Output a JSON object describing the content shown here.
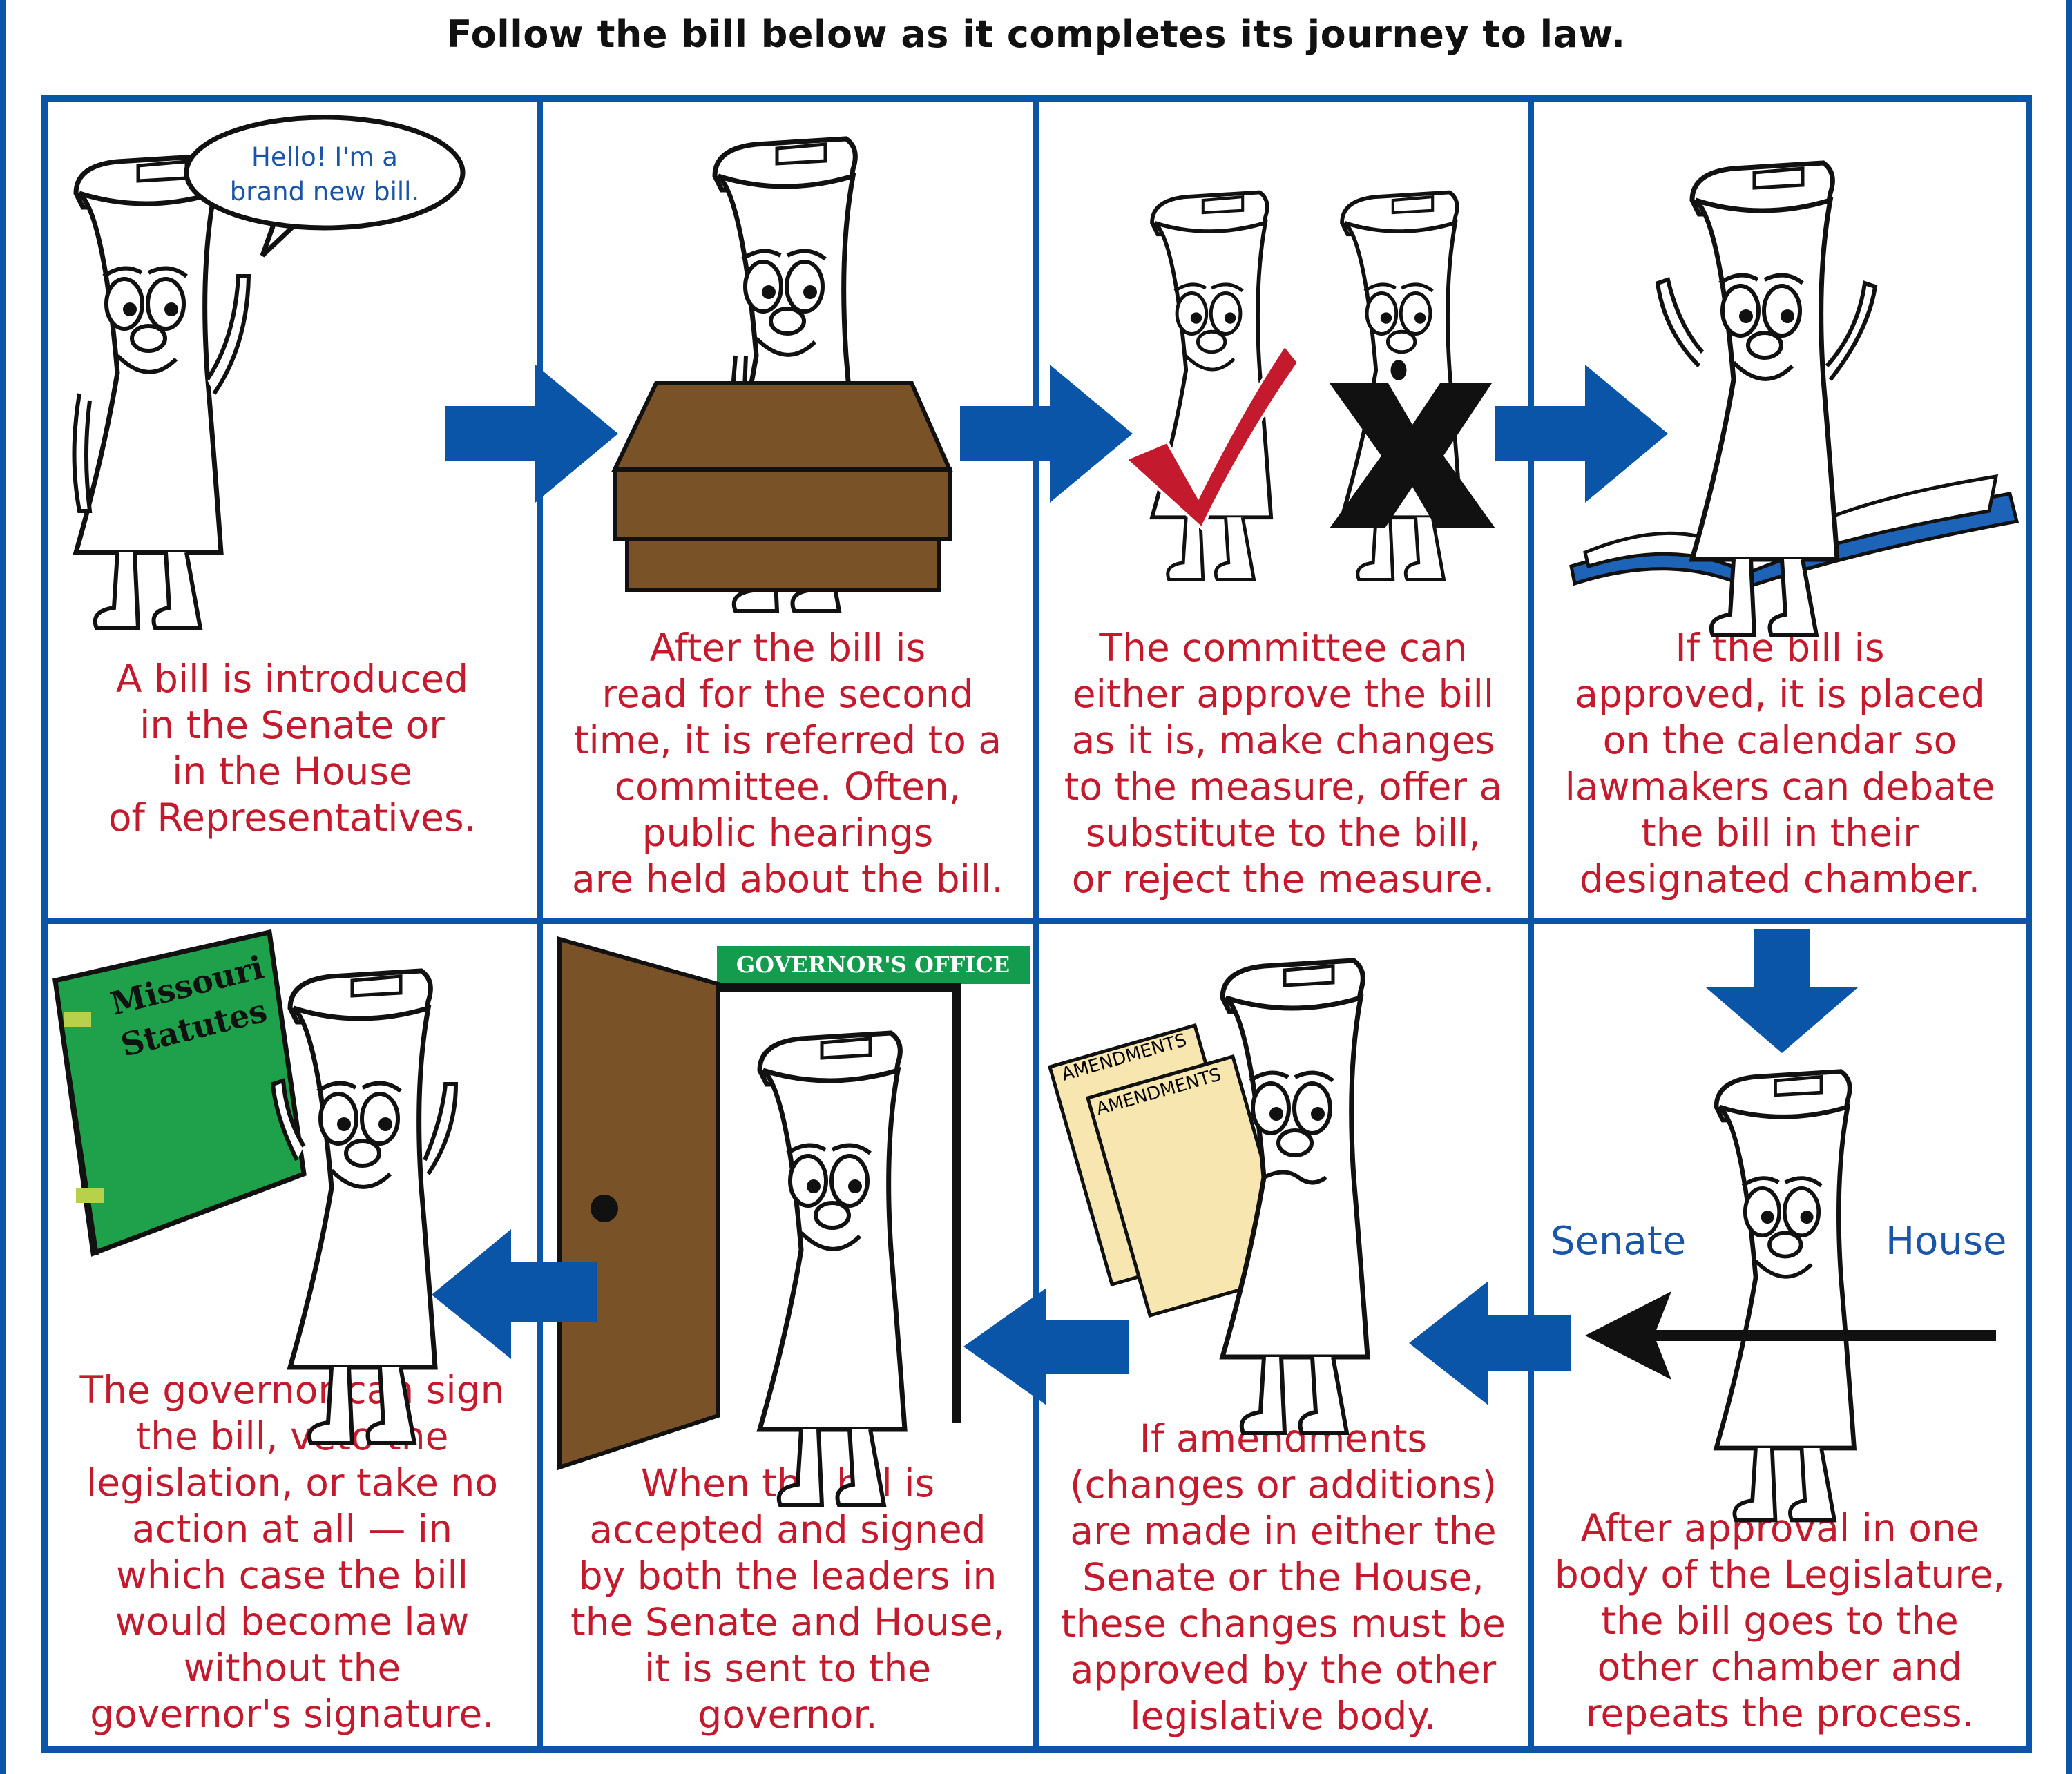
{
  "title": "Follow the bill below as it completes its journey to law.",
  "panels": [
    {
      "step": 1,
      "caption": "A bill is introduced\nin the Senate or\nin the House\nof Representatives."
    },
    {
      "step": 2,
      "caption": "After the bill is\nread for the second\ntime, it is referred to a\ncommittee. Often,\npublic hearings\nare held about the bill."
    },
    {
      "step": 3,
      "caption": "The committee can\neither approve the bill\nas it is, make changes\nto the measure, offer a\nsubstitute to the bill,\nor reject the measure."
    },
    {
      "step": 4,
      "caption": "If the bill is\napproved, it is placed\non the calendar so\nlawmakers can debate\nthe bill in their\ndesignated chamber."
    },
    {
      "step": 5,
      "caption": "After approval in one\nbody of the Legislature,\nthe bill goes to the\nother chamber and\nrepeats the process."
    },
    {
      "step": 6,
      "caption": "If amendments\n(changes or additions)\nare made in either the\nSenate or the House,\nthese changes must be\napproved by the other\nlegislative body."
    },
    {
      "step": 7,
      "caption": "When the bill is\naccepted and signed\nby both the leaders in\nthe Senate and House,\nit is sent to the\ngovernor."
    },
    {
      "step": 8,
      "caption": "The governor can sign\nthe bill, veto the\nlegislation, or take no\naction at all — in\nwhich case the bill\nwould become law\nwithout the\ngovernor's signature."
    }
  ],
  "speech_bubble": {
    "line1": "Hello!  I'm a",
    "line2": "brand new bill."
  },
  "chambers": {
    "left": "Senate",
    "right": "House"
  },
  "amendments": {
    "paper1": "AMENDMENTS",
    "paper2": "AMENDMENTS"
  },
  "governor_sign": "GOVERNOR'S OFFICE",
  "statutes_book": {
    "line1": "Missouri",
    "line2": "Statutes"
  },
  "colors": {
    "border_blue": "#0a55a8",
    "arrow_blue": "#0a55a8",
    "caption_red": "#c41a2e",
    "check_red": "#c41a2e",
    "box_brown": "#7a5227",
    "book_green": "#1fa04a",
    "sign_green": "#139b4e",
    "amendments_yellow": "#f8e6b0"
  }
}
